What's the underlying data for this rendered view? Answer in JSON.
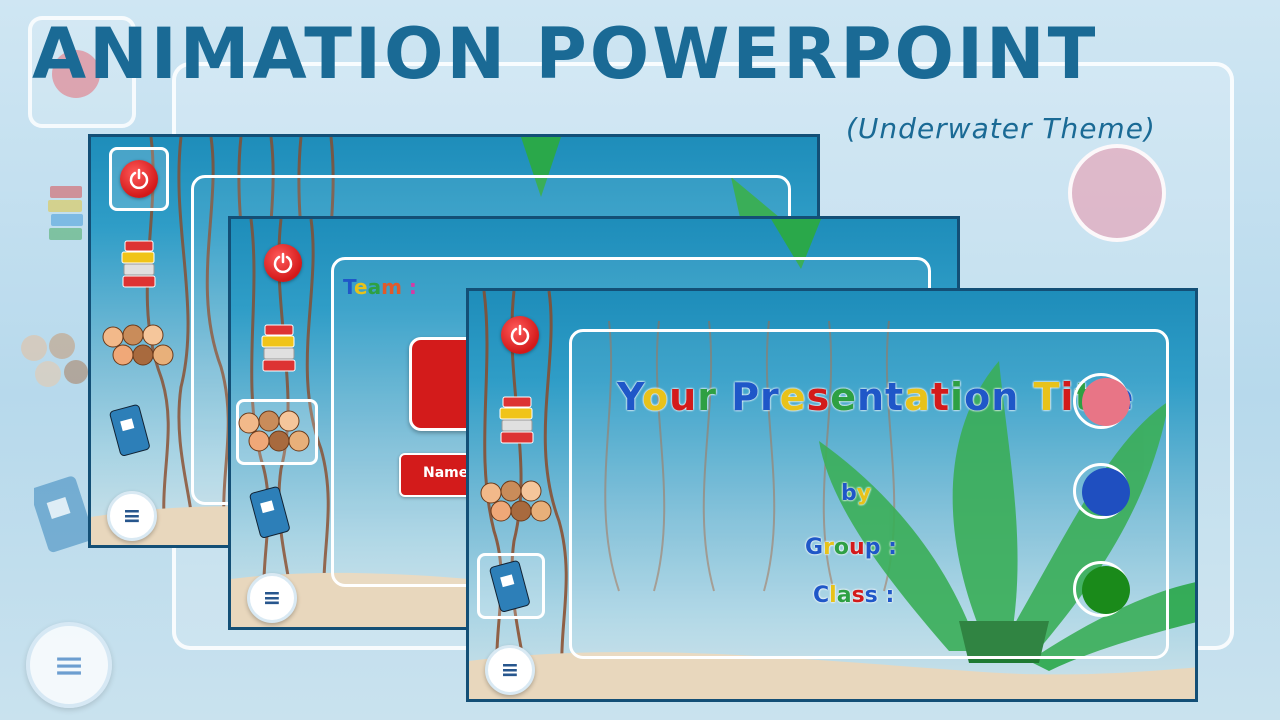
{
  "headline": "ANIMATION POWERPOINT",
  "subheadline": "(Underwater Theme)",
  "slide2": {
    "team_label": "Team :",
    "team_colors": [
      "#1f57c8",
      "#e8c21a",
      "#2ea043",
      "#e05a2b",
      "#d73aa5",
      "#2b8fd6",
      "#ff7f27",
      "#2fa843"
    ],
    "name_label": "Name"
  },
  "slide3": {
    "title": "Your Presentation Title",
    "by": "by",
    "group": "Group :",
    "class": "Class :",
    "title_colors": [
      "#1f57c8",
      "#e8c21a",
      "#d31b1b",
      "#2ea043",
      "#1f57c8"
    ],
    "by_colors": [
      "#1f57c8",
      "#e8c21a"
    ],
    "group_colors": [
      "#1f57c8",
      "#e8c21a",
      "#2ea043",
      "#d31b1b",
      "#1f57c8"
    ],
    "class_colors": [
      "#1f57c8",
      "#e8c21a",
      "#2ea043",
      "#d31b1b",
      "#1f57c8"
    ]
  },
  "icons": {
    "power": "power-icon",
    "books": "books-icon",
    "kids": "kids-icon",
    "book": "book-icon",
    "menu": "menu-icon"
  },
  "colors": {
    "accent": "#1a6a95",
    "power_red": "#d31919",
    "circle_pink": "#e87586",
    "circle_blue": "#1f4fc0",
    "circle_green": "#1a8a1a"
  }
}
